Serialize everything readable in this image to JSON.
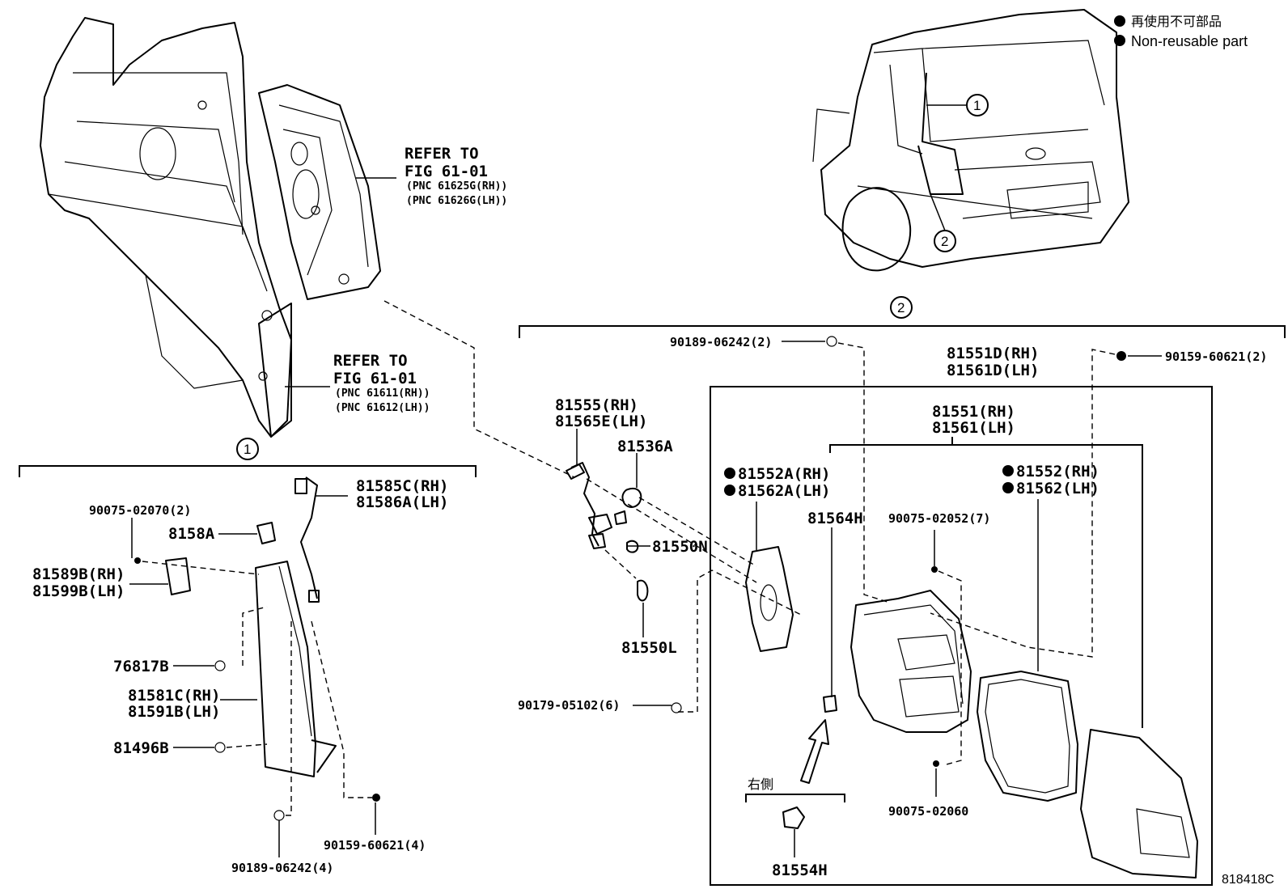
{
  "legend": {
    "japanese": "再使用不可部品",
    "english": "Non-reusable part"
  },
  "figure_number": "818418C",
  "callouts": {
    "c1": "1",
    "c2": "2"
  },
  "refs": {
    "upper_ref_1": "REFER TO",
    "upper_ref_2": "FIG 61-01",
    "upper_ref_3": "(PNC 61625G(RH))",
    "upper_ref_4": "(PNC 61626G(LH))",
    "lower_ref_1": "REFER TO",
    "lower_ref_2": "FIG 61-01",
    "lower_ref_3": "(PNC 61611(RH))",
    "lower_ref_4": "(PNC 61612(LH))"
  },
  "parts": {
    "p90075_02070": "90075-02070(2)",
    "p8158a": "8158A",
    "p81589b": "81589B(RH)",
    "p81599b": "81599B(LH)",
    "p81585c": "81585C(RH)",
    "p81586a": "81586A(LH)",
    "p76817b": "76817B",
    "p81581c": "81581C(RH)",
    "p81591b": "81591B(LH)",
    "p81496b": "81496B",
    "p90159_60621_4": "90159-60621(4)",
    "p90189_06242_4": "90189-06242(4)",
    "p81555": "81555(RH)",
    "p81565e": "81565E(LH)",
    "p81536a": "81536A",
    "p81550n": "81550N",
    "p81550l": "81550L",
    "p90179_05102": "90179-05102(6)",
    "p90189_06242_2": "90189-06242(2)",
    "p81551d": "81551D(RH)",
    "p81561d": "81561D(LH)",
    "p90159_60621_2": "90159-60621(2)",
    "p81551": "81551(RH)",
    "p81561": "81561(LH)",
    "p81552a": "81552A(RH)",
    "p81562a": "81562A(LH)",
    "p81552": "81552(RH)",
    "p81562": "81562(LH)",
    "p81564h": "81564H",
    "p90075_02052": "90075-02052(7)",
    "p90075_02060": "90075-02060",
    "p81554h": "81554H",
    "right_side": "右側"
  }
}
